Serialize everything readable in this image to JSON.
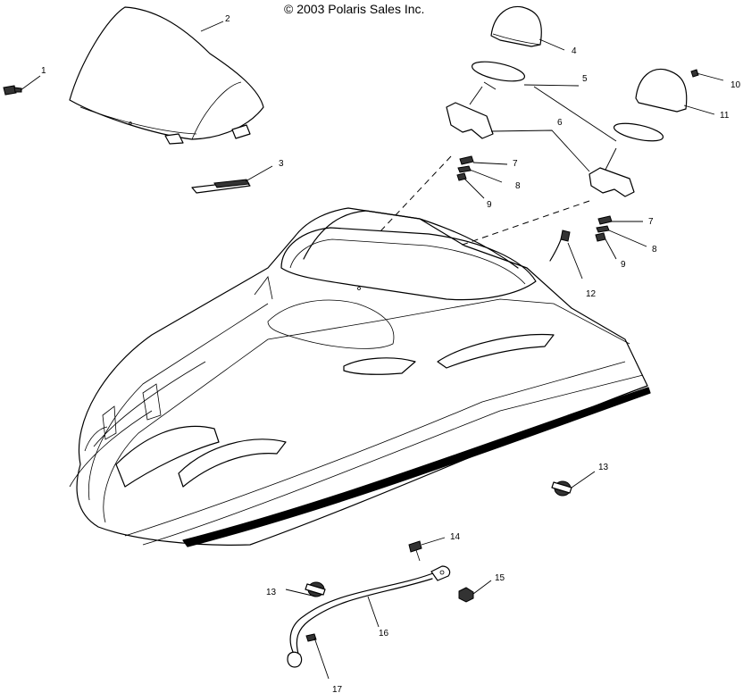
{
  "copyright": "© 2003 Polaris Sales Inc.",
  "callouts": [
    {
      "id": "c1",
      "text": "1"
    },
    {
      "id": "c2",
      "text": "2"
    },
    {
      "id": "c3",
      "text": "3"
    },
    {
      "id": "c4",
      "text": "4"
    },
    {
      "id": "c5",
      "text": "5"
    },
    {
      "id": "c6",
      "text": "6"
    },
    {
      "id": "c7a",
      "text": "7"
    },
    {
      "id": "c8a",
      "text": "8"
    },
    {
      "id": "c9a",
      "text": "9"
    },
    {
      "id": "c10",
      "text": "10"
    },
    {
      "id": "c11",
      "text": "11"
    },
    {
      "id": "c7b",
      "text": "7"
    },
    {
      "id": "c8b",
      "text": "8"
    },
    {
      "id": "c9b",
      "text": "9"
    },
    {
      "id": "c12",
      "text": "12"
    },
    {
      "id": "c13a",
      "text": "13"
    },
    {
      "id": "c13b",
      "text": "13"
    },
    {
      "id": "c14",
      "text": "14"
    },
    {
      "id": "c15",
      "text": "15"
    },
    {
      "id": "c16",
      "text": "16"
    },
    {
      "id": "c17",
      "text": "17"
    }
  ]
}
